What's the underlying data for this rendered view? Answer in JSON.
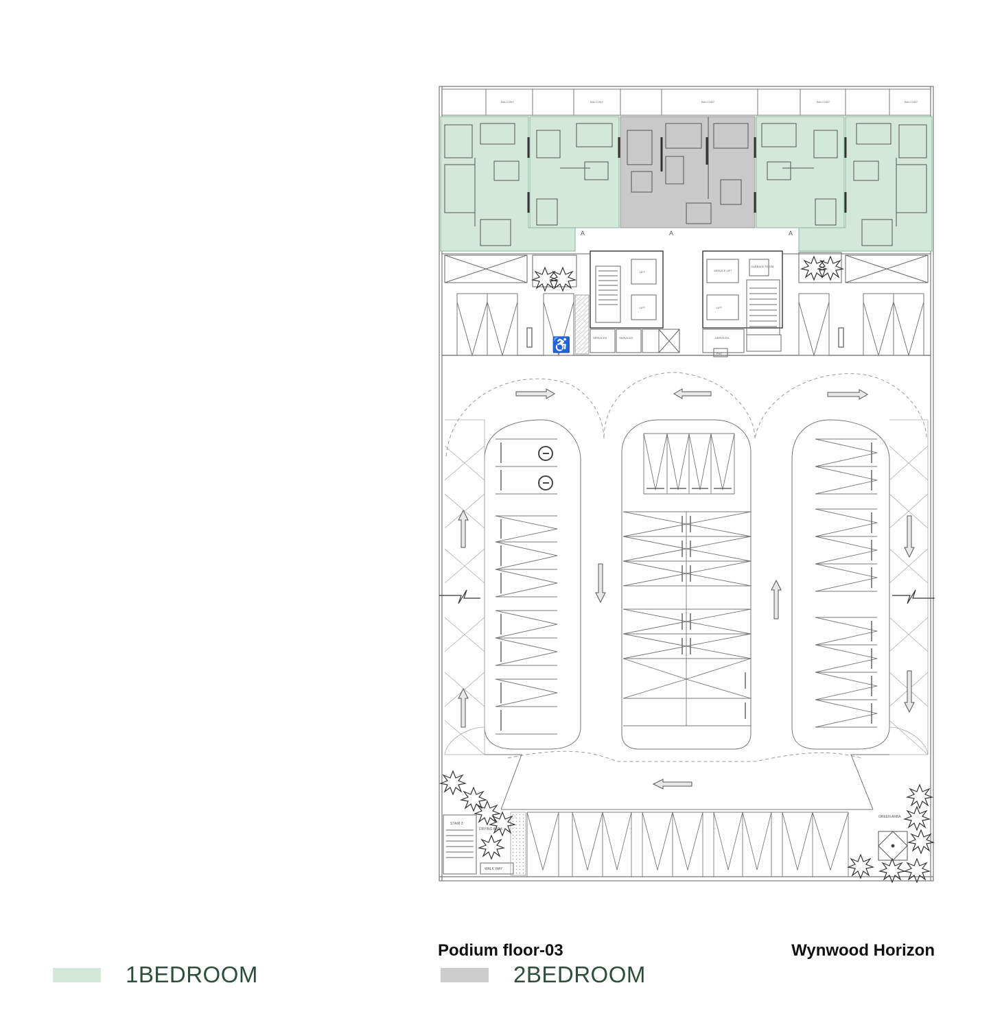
{
  "floor_title": "Podium floor-03",
  "project_title": "Wynwood Horizon",
  "legend": [
    {
      "label": "1BEDROOM",
      "color": "#d3e7da"
    },
    {
      "label": "2BEDROOM",
      "color": "#cccccc"
    }
  ],
  "colors": {
    "line": "#777777",
    "line_dark": "#444444",
    "one_bed_fill": "#d3e7da",
    "two_bed_fill": "#c9c9c9",
    "one_bed_outline": "#86b79a"
  },
  "labels": {
    "balcony": "BALCONY",
    "lift": "LIFT",
    "service_lift": "SERVICE LIFT",
    "garbage_room": "GARBAGE ROOM",
    "services": "SERVICES",
    "fhc": "FHC",
    "stair": "STAIR 3",
    "green_area": "GREEN AREA",
    "drying_area": "DRYING AREA",
    "walkway": "WALK WAY",
    "entry": "A"
  }
}
